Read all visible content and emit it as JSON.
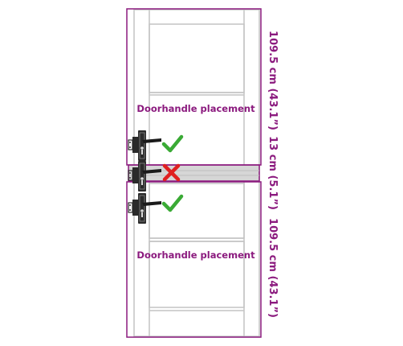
{
  "zones": {
    "top": {
      "label": "Doorhandle placement",
      "dimension": "109.5 cm (43.1”)",
      "status": "allowed"
    },
    "middle": {
      "dimension": "13 cm (5.1”)",
      "status": "not-allowed"
    },
    "bottom": {
      "label": "Doorhandle placement",
      "dimension": "109.5 cm (43.1”)",
      "status": "allowed"
    }
  },
  "icons": {
    "allowed": "check-icon",
    "not_allowed": "cross-icon",
    "handle": "door-handle-icon"
  },
  "colors": {
    "accent": "#8b1a7e",
    "check": "#3aaa35",
    "cross": "#e02020",
    "door_line": "#c0c0c0",
    "forbidden_band": "#d6d6d6"
  }
}
